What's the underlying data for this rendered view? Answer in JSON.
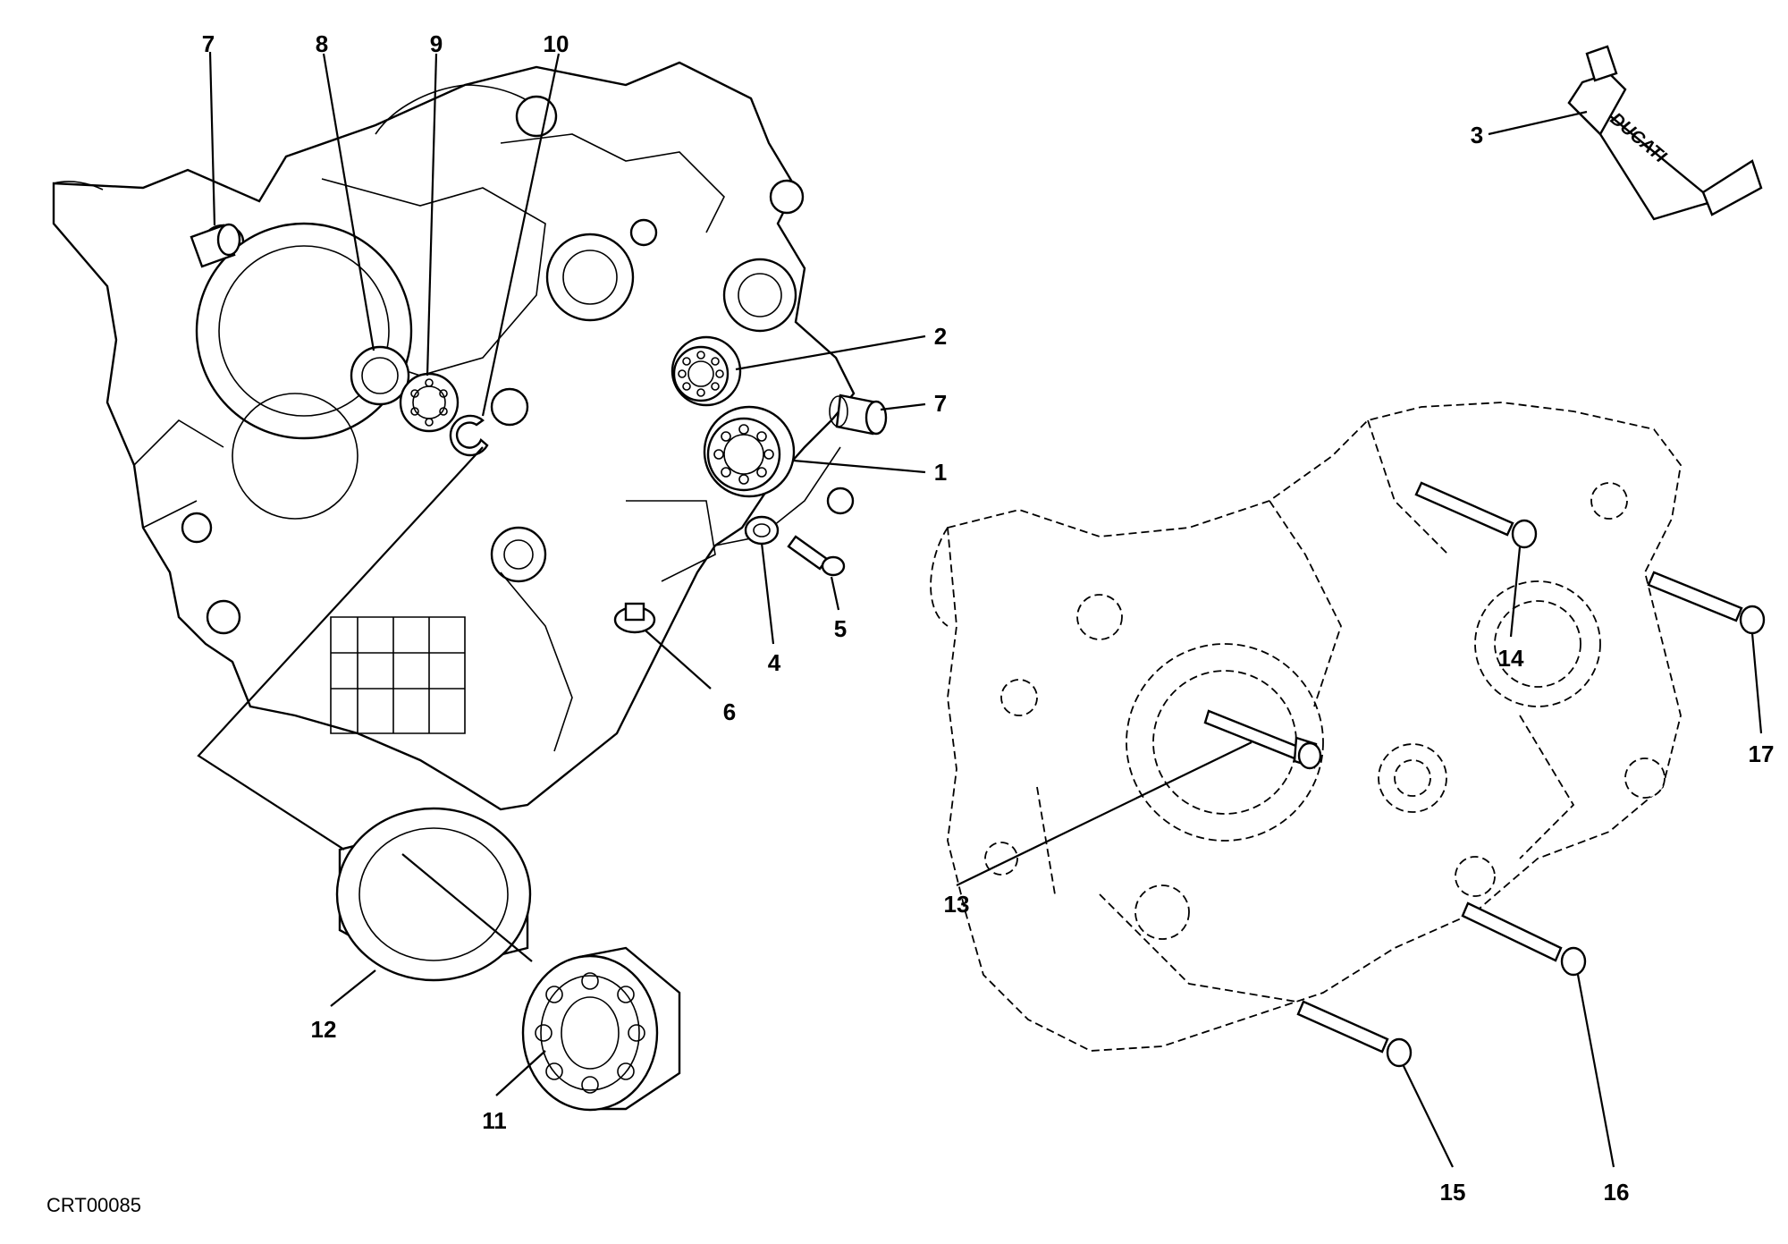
{
  "drawing_code": "CRT00085",
  "tube_brand": "DUCATI",
  "callouts": {
    "c1": "1",
    "c2": "2",
    "c3": "3",
    "c4": "4",
    "c5": "5",
    "c6": "6",
    "c7a": "7",
    "c7b": "7",
    "c8": "8",
    "c9": "9",
    "c10": "10",
    "c11": "11",
    "c12": "12",
    "c13": "13",
    "c14": "14",
    "c15": "15",
    "c16": "16",
    "c17": "17"
  }
}
